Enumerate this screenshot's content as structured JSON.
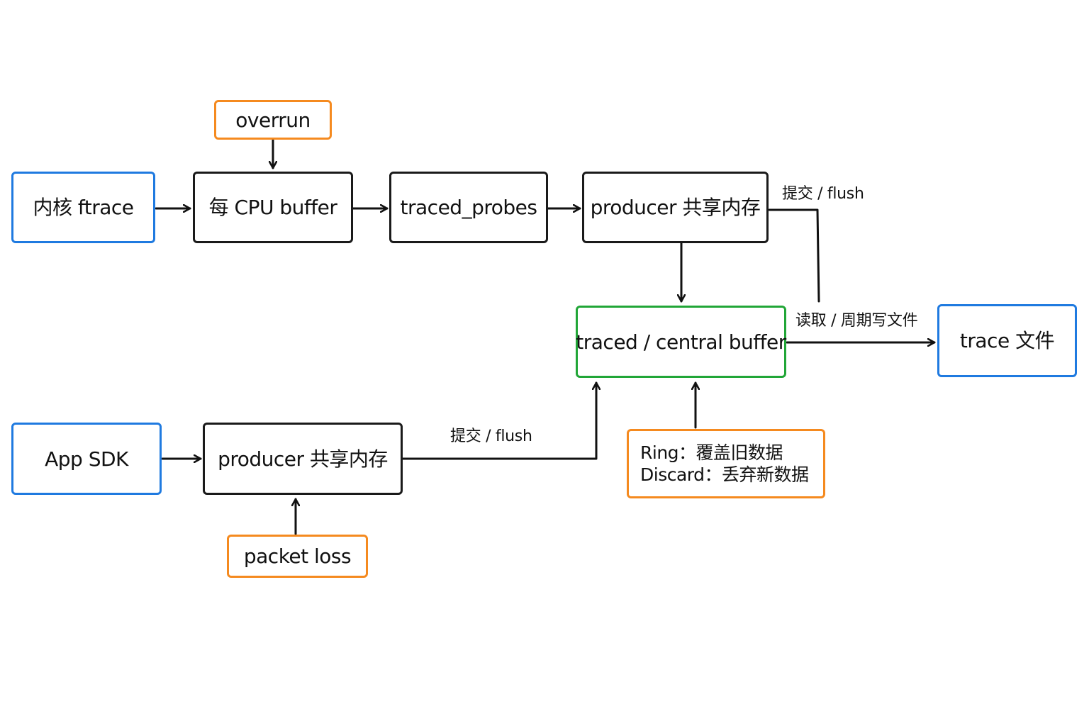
{
  "colors": {
    "blue": "#1f7ae0",
    "orange": "#f58a1f",
    "green": "#21a637",
    "black": "#1a1a1a"
  },
  "nodes": {
    "kernel_ftrace": "内核 ftrace",
    "per_cpu_buffer": "每 CPU buffer",
    "overrun": "overrun",
    "traced_probes": "traced_probes",
    "producer_shm_top": "producer 共享内存",
    "central_buffer": "traced / central buffer",
    "trace_file": "trace 文件",
    "app_sdk": "App SDK",
    "producer_shm_bottom": "producer 共享内存",
    "packet_loss": "packet loss",
    "mode_ring": "Ring：覆盖旧数据",
    "mode_discard": "Discard：丢弃新数据"
  },
  "edge_labels": {
    "commit_flush_top": "提交 / flush",
    "read_write_file": "读取 / 周期写文件",
    "commit_flush_bottom": "提交 / flush"
  }
}
